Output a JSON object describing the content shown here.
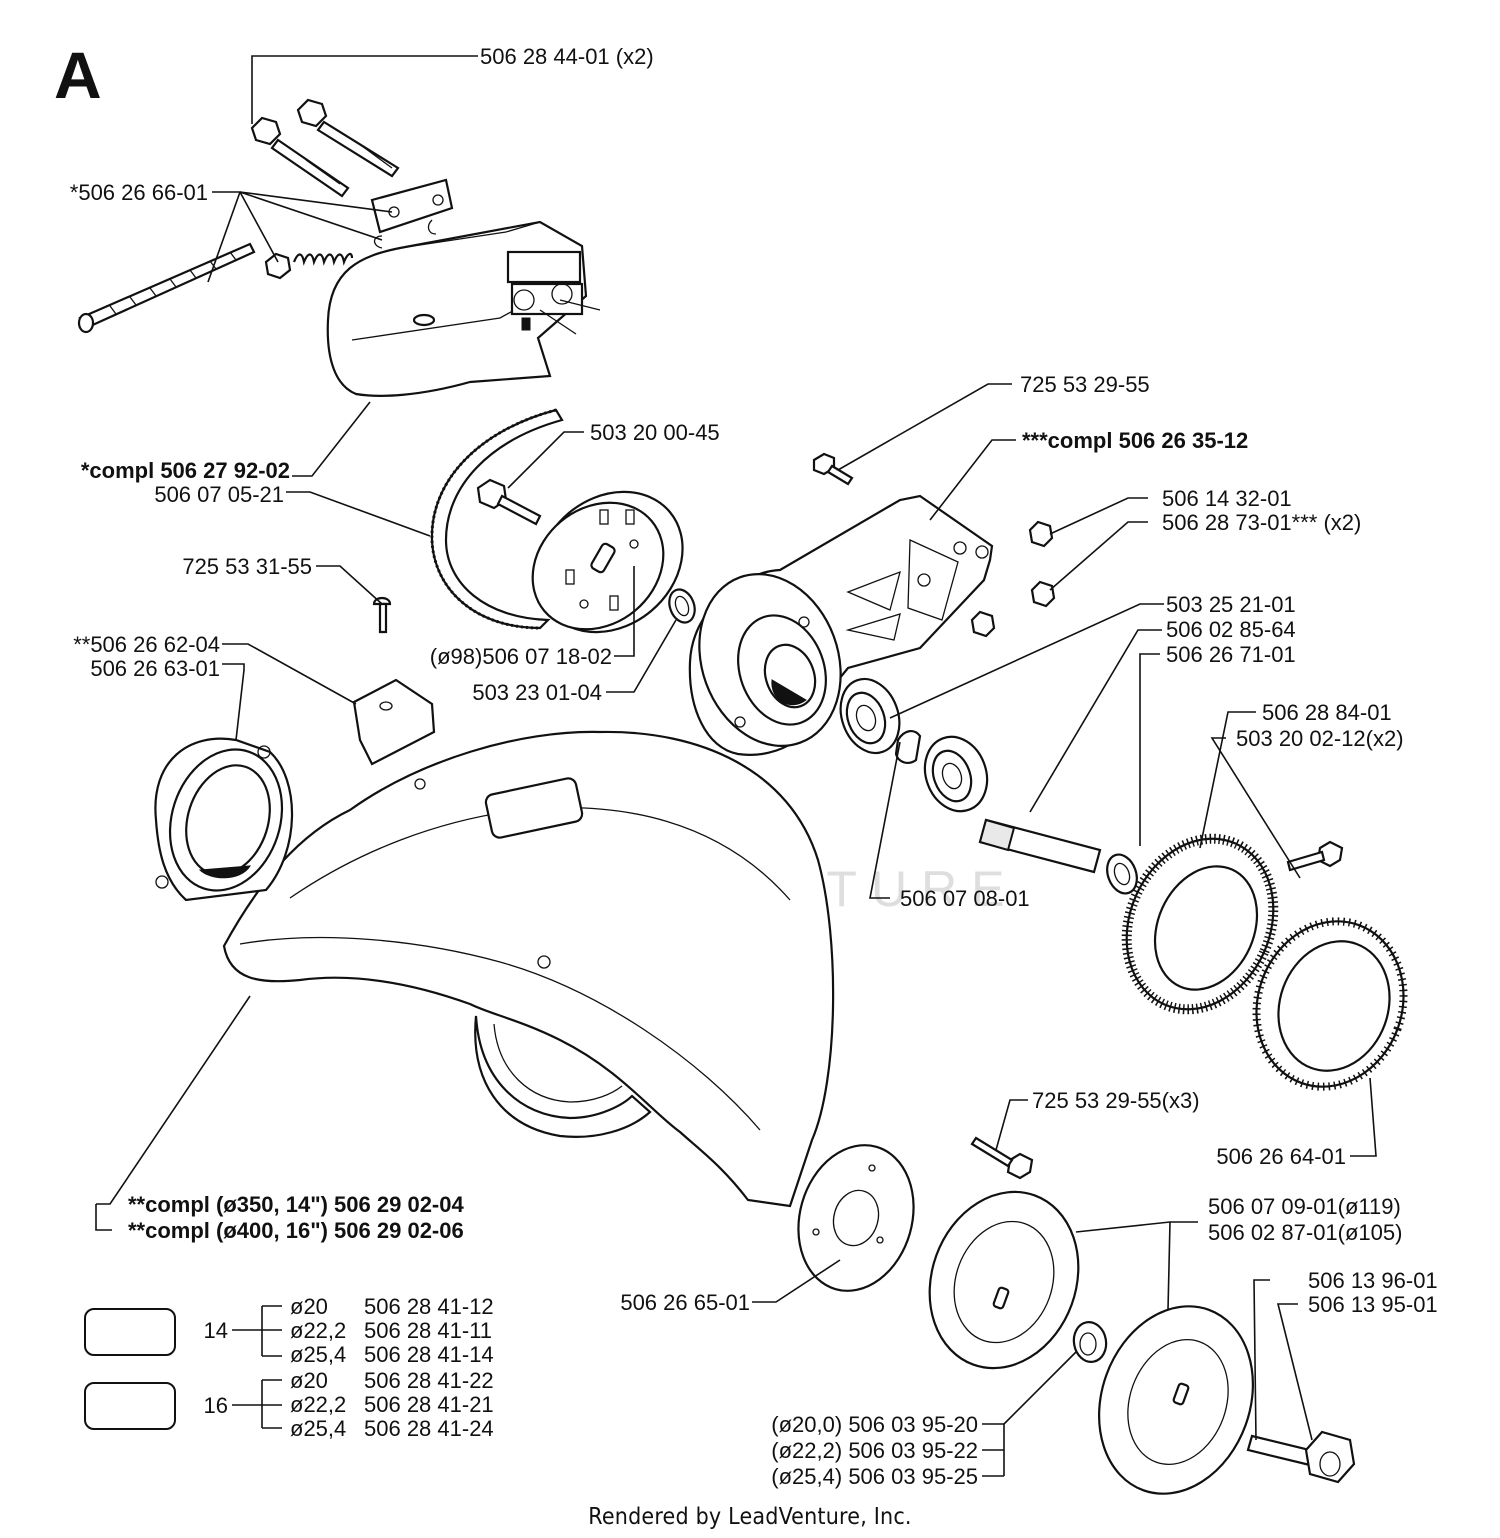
{
  "section_letter": "A",
  "footer": "Rendered by LeadVenture, Inc.",
  "watermark": "LEADVENTURE",
  "callouts": {
    "bolts_top": "506 28 44-01 (x2)",
    "spring_kit": "*506 26 66-01",
    "belt_guard_compl": "*compl 506 27 92-02",
    "belt": "506 07 05-21",
    "pulley_screw": "503 20 00-45",
    "screw_725_31": "725 53 31-55",
    "knob_62": "**506 26 62-04",
    "ring_63": "506 26 63-01",
    "pulley": "(ø98)506 07 18-02",
    "washer_23": "503 23 01-04",
    "screw_725_29": "725 53 29-55",
    "arm_compl": "***compl 506 26 35-12",
    "nut_14": "506 14 32-01",
    "nut_73": "506 28 73-01*** (x2)",
    "bearing_25": "503 25 21-01",
    "shaft_85": "506 02 85-64",
    "washer_71": "506 26 71-01",
    "spacer_08": "506 07 08-01",
    "ring_84": "506 28 84-01",
    "screw_02_12": "503 20 02-12(x2)",
    "plate_64": "506 26 64-01",
    "screws_x3": "725 53 29-55(x3)",
    "guard_350": "**compl (ø350, 14\") 506 29 02-04",
    "guard_400": "**compl (ø400, 16\") 506 29 02-06",
    "washer_65": "506 26 65-01",
    "flange_119": "506 07 09-01(ø119)",
    "flange_105": "506 02 87-01(ø105)",
    "bolt_96": "506 13 96-01",
    "bolt_95": "506 13 95-01",
    "bushing_20": "(ø20,0) 506 03 95-20",
    "bushing_22": "(ø22,2) 506 03 95-22",
    "bushing_25": "(ø25,4) 506 03 95-25"
  },
  "decal_table": [
    {
      "size": "14",
      "rows": [
        {
          "dia": "ø20",
          "part": "506 28 41-12"
        },
        {
          "dia": "ø22,2",
          "part": "506 28 41-11"
        },
        {
          "dia": "ø25,4",
          "part": "506 28 41-14"
        }
      ]
    },
    {
      "size": "16",
      "rows": [
        {
          "dia": "ø20",
          "part": "506 28 41-22"
        },
        {
          "dia": "ø22,2",
          "part": "506 28 41-21"
        },
        {
          "dia": "ø25,4",
          "part": "506 28 41-24"
        }
      ]
    }
  ]
}
